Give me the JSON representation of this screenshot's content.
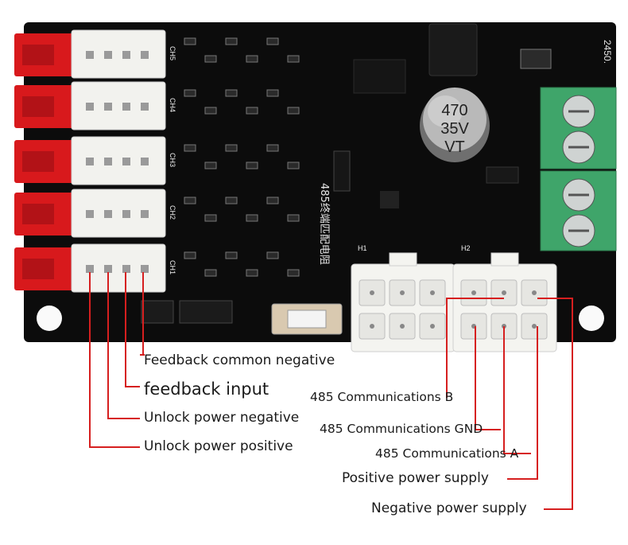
{
  "board": {
    "channels": [
      "CH5",
      "CH4",
      "CH3",
      "CH2",
      "CH1"
    ],
    "capacitor": {
      "line1": "470",
      "line2": "35V",
      "line3": "VT"
    },
    "silkscreen_vertical": "485终端匹配电阻",
    "header_labels": [
      "H1",
      "H2"
    ],
    "corner_text": "2450."
  },
  "annotations": {
    "left": [
      {
        "text": "Feedback common negative"
      },
      {
        "text": "feedback input"
      },
      {
        "text": "Unlock power negative"
      },
      {
        "text": "Unlock power positive"
      }
    ],
    "right": [
      {
        "text": "485 Communications B"
      },
      {
        "text": "485 Communications GND"
      },
      {
        "text": "485 Communications A"
      },
      {
        "text": "Positive power supply"
      },
      {
        "text": "Negative power supply"
      }
    ]
  },
  "colors": {
    "leader": "#d61f1f",
    "pcb": "#0c0c0c",
    "connector_red": "#d8191c",
    "connector_white": "#f2f2ee",
    "terminal_green": "#3fa56a"
  }
}
